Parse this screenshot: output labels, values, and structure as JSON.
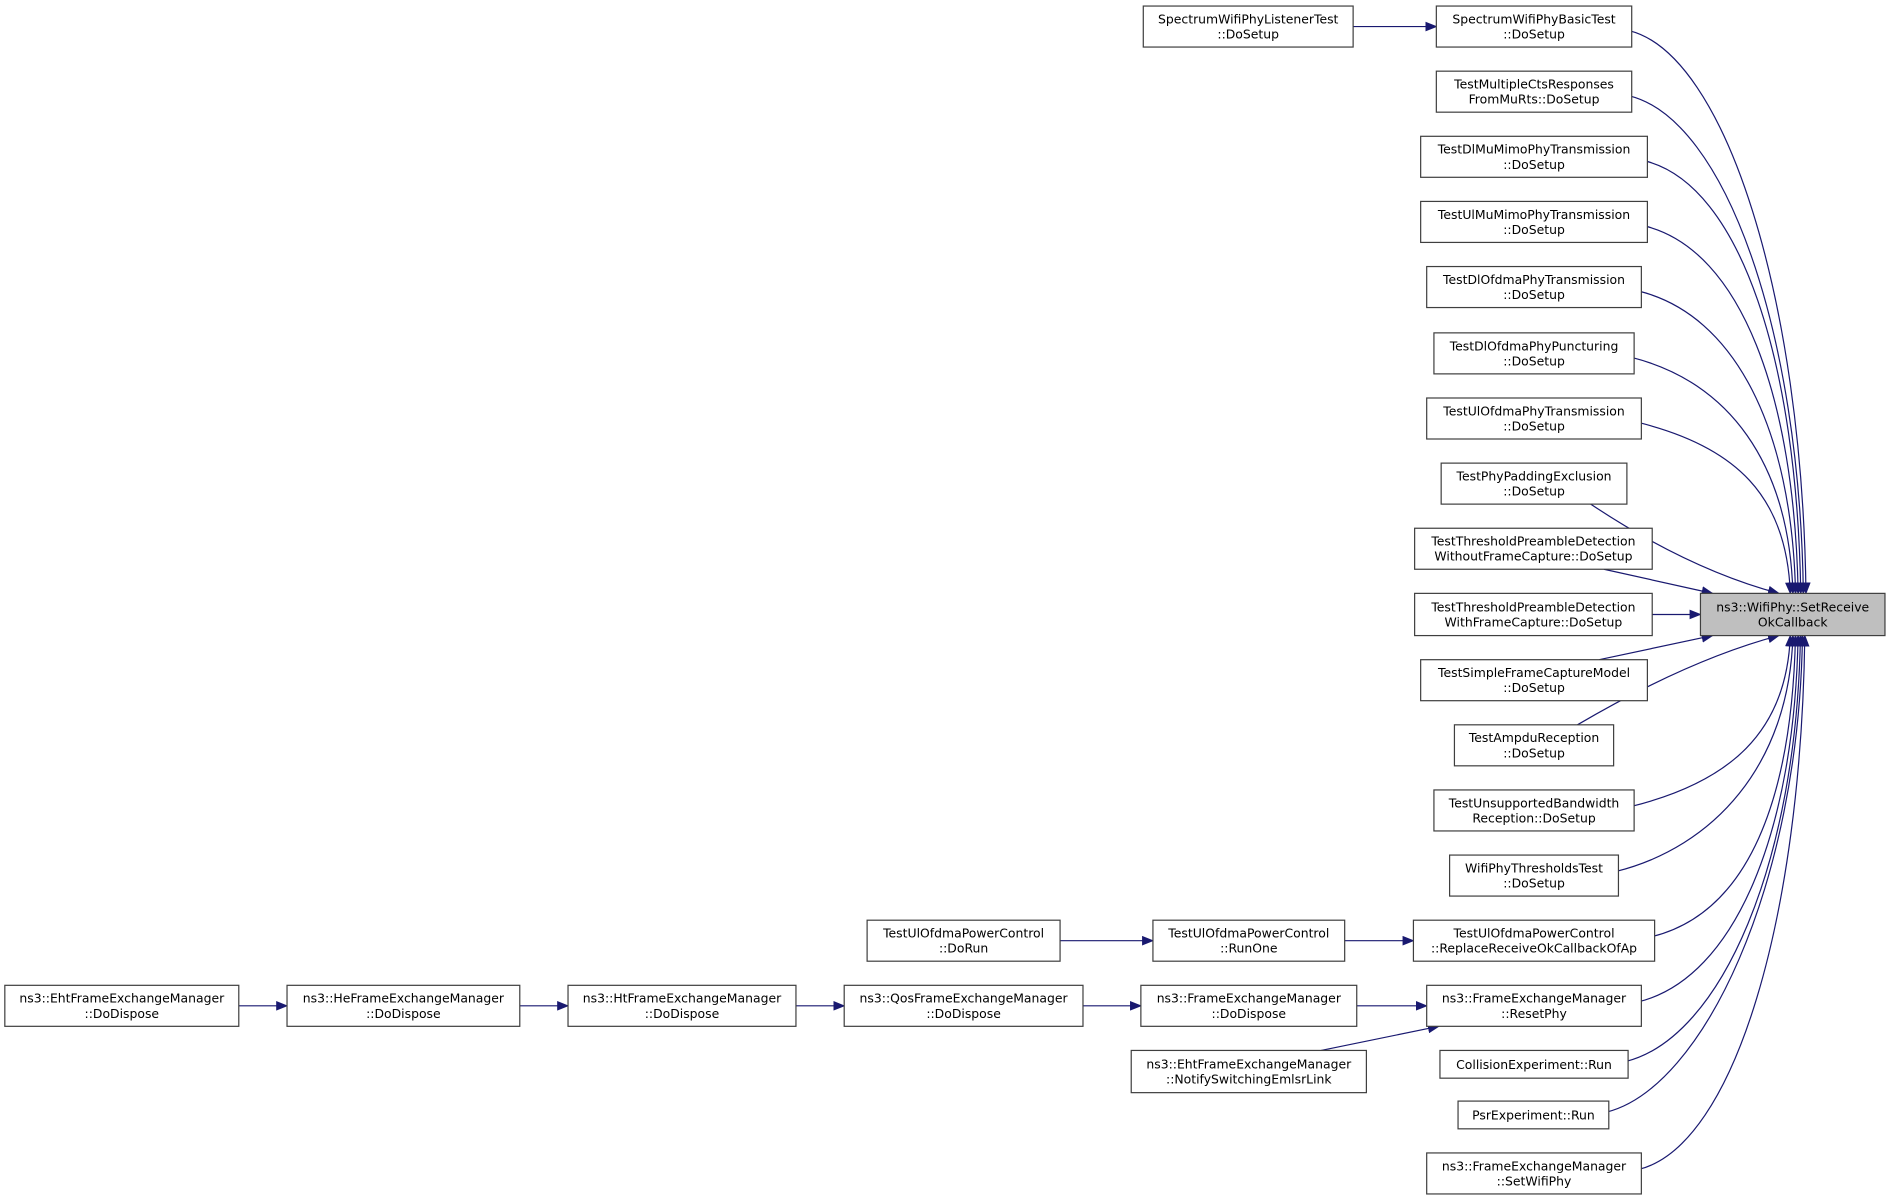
{
  "graph": {
    "type": "caller-graph",
    "edge_color": "#191970",
    "main_fill": "#bfbfbf",
    "nodes": [
      {
        "id": "main",
        "lines": [
          "ns3::WifiPhy::SetReceive",
          "OkCallback"
        ]
      },
      {
        "id": "n1",
        "lines": [
          "SpectrumWifiPhyBasicTest",
          "::DoSetup"
        ]
      },
      {
        "id": "n2",
        "lines": [
          "TestMultipleCtsResponses",
          "FromMuRts::DoSetup"
        ]
      },
      {
        "id": "n3",
        "lines": [
          "TestDlMuMimoPhyTransmission",
          "::DoSetup"
        ]
      },
      {
        "id": "n4",
        "lines": [
          "TestUlMuMimoPhyTransmission",
          "::DoSetup"
        ]
      },
      {
        "id": "n5",
        "lines": [
          "TestDlOfdmaPhyTransmission",
          "::DoSetup"
        ]
      },
      {
        "id": "n6",
        "lines": [
          "TestDlOfdmaPhyPuncturing",
          "::DoSetup"
        ]
      },
      {
        "id": "n7",
        "lines": [
          "TestUlOfdmaPhyTransmission",
          "::DoSetup"
        ]
      },
      {
        "id": "n8",
        "lines": [
          "TestPhyPaddingExclusion",
          "::DoSetup"
        ]
      },
      {
        "id": "n9",
        "lines": [
          "TestThresholdPreambleDetection",
          "WithoutFrameCapture::DoSetup"
        ]
      },
      {
        "id": "n10",
        "lines": [
          "TestThresholdPreambleDetection",
          "WithFrameCapture::DoSetup"
        ]
      },
      {
        "id": "n11",
        "lines": [
          "TestSimpleFrameCaptureModel",
          "::DoSetup"
        ]
      },
      {
        "id": "n12",
        "lines": [
          "TestAmpduReception",
          "::DoSetup"
        ]
      },
      {
        "id": "n13",
        "lines": [
          "TestUnsupportedBandwidth",
          "Reception::DoSetup"
        ]
      },
      {
        "id": "n14",
        "lines": [
          "WifiPhyThresholdsTest",
          "::DoSetup"
        ]
      },
      {
        "id": "n15",
        "lines": [
          "TestUlOfdmaPowerControl",
          "::ReplaceReceiveOkCallbackOfAp"
        ]
      },
      {
        "id": "n16",
        "lines": [
          "ns3::FrameExchangeManager",
          "::ResetPhy"
        ]
      },
      {
        "id": "n17",
        "lines": [
          "CollisionExperiment::Run"
        ]
      },
      {
        "id": "n18",
        "lines": [
          "PsrExperiment::Run"
        ]
      },
      {
        "id": "n19",
        "lines": [
          "ns3::FrameExchangeManager",
          "::SetWifiPhy"
        ]
      },
      {
        "id": "l1",
        "lines": [
          "SpectrumWifiPhyListenerTest",
          "::DoSetup"
        ]
      },
      {
        "id": "l2",
        "lines": [
          "TestUlOfdmaPowerControl",
          "::RunOne"
        ]
      },
      {
        "id": "l3",
        "lines": [
          "TestUlOfdmaPowerControl",
          "::DoRun"
        ]
      },
      {
        "id": "l4",
        "lines": [
          "ns3::FrameExchangeManager",
          "::DoDispose"
        ]
      },
      {
        "id": "l5",
        "lines": [
          "ns3::EhtFrameExchangeManager",
          "::NotifySwitchingEmlsrLink"
        ]
      },
      {
        "id": "l6",
        "lines": [
          "ns3::QosFrameExchangeManager",
          "::DoDispose"
        ]
      },
      {
        "id": "l7",
        "lines": [
          "ns3::HtFrameExchangeManager",
          "::DoDispose"
        ]
      },
      {
        "id": "l8",
        "lines": [
          "ns3::HeFrameExchangeManager",
          "::DoDispose"
        ]
      },
      {
        "id": "l9",
        "lines": [
          "ns3::EhtFrameExchangeManager",
          "::DoDispose"
        ]
      }
    ],
    "edges": [
      [
        "n1",
        "main"
      ],
      [
        "n2",
        "main"
      ],
      [
        "n3",
        "main"
      ],
      [
        "n4",
        "main"
      ],
      [
        "n5",
        "main"
      ],
      [
        "n6",
        "main"
      ],
      [
        "n7",
        "main"
      ],
      [
        "n8",
        "main"
      ],
      [
        "n9",
        "main"
      ],
      [
        "n10",
        "main"
      ],
      [
        "n11",
        "main"
      ],
      [
        "n12",
        "main"
      ],
      [
        "n13",
        "main"
      ],
      [
        "n14",
        "main"
      ],
      [
        "n15",
        "main"
      ],
      [
        "n16",
        "main"
      ],
      [
        "n17",
        "main"
      ],
      [
        "n18",
        "main"
      ],
      [
        "n19",
        "main"
      ],
      [
        "l1",
        "n1"
      ],
      [
        "l2",
        "n15"
      ],
      [
        "l3",
        "l2"
      ],
      [
        "l4",
        "n16"
      ],
      [
        "l5",
        "n16"
      ],
      [
        "l6",
        "l4"
      ],
      [
        "l7",
        "l6"
      ],
      [
        "l8",
        "l7"
      ],
      [
        "l9",
        "l8"
      ]
    ]
  }
}
